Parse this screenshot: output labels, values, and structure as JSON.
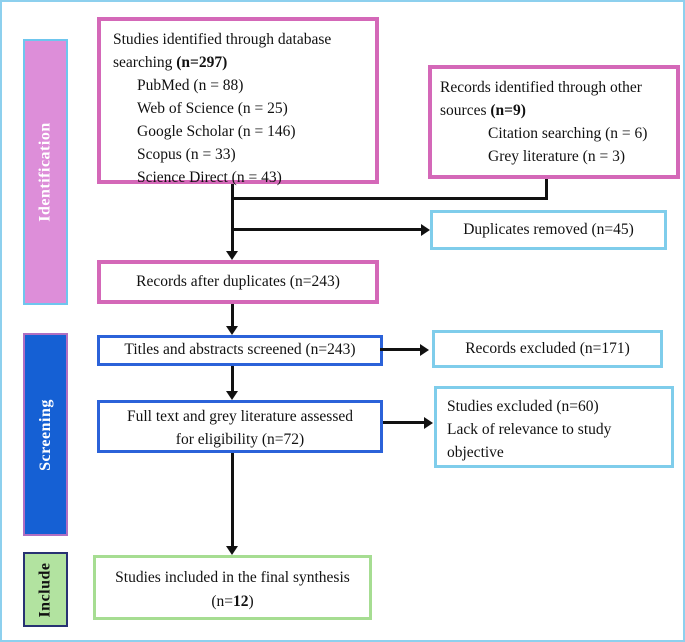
{
  "figure": {
    "type": "prisma-flow-diagram",
    "stages": {
      "identification": "Identification",
      "screening": "Screening",
      "include": "Include"
    },
    "boxes": {
      "db_search": {
        "line1": "Studies identified through database",
        "line2": "searching ",
        "line2_bold": "(n=297)",
        "items": [
          "PubMed (n = 88)",
          "Web of Science (n = 25)",
          "Google Scholar (n = 146)",
          "Scopus (n = 33)",
          "Science Direct (n = 43)"
        ]
      },
      "other_sources": {
        "line1": "Records identified through other",
        "line2": "sources ",
        "line2_bold": "(n=9)",
        "items": [
          "Citation searching (n = 6)",
          "Grey literature (n = 3)"
        ]
      },
      "duplicates_removed": "Duplicates removed (n=45)",
      "records_after_duplicates": "Records after duplicates (n=243)",
      "titles_screened": "Titles and abstracts screened (n=243)",
      "records_excluded": "Records excluded (n=171)",
      "fulltext": {
        "line1": "Full text and grey literature assessed",
        "line2": "for eligibility (n=72)"
      },
      "studies_excluded": {
        "line1": "Studies excluded (n=60)",
        "line2": "Lack of relevance to study objective"
      },
      "included": {
        "line1": "Studies included in the final synthesis",
        "n_pre": "(n=",
        "n_bold": "12",
        "n_post": ")"
      }
    },
    "colors": {
      "frame_border": "#8dd0ee",
      "pink_box_border": "#d468b8",
      "blue_box_border": "#2b62d9",
      "lightblue_box_border": "#7fcdeb",
      "green_box_border": "#a6dd92",
      "identification_fill": "#dd8ed9",
      "identification_border": "#6ec6ee",
      "screening_fill": "#1560d4",
      "screening_border": "#b06fc2",
      "include_fill": "#b2e3a0",
      "include_border": "#283273",
      "arrow_color": "#111111"
    }
  }
}
